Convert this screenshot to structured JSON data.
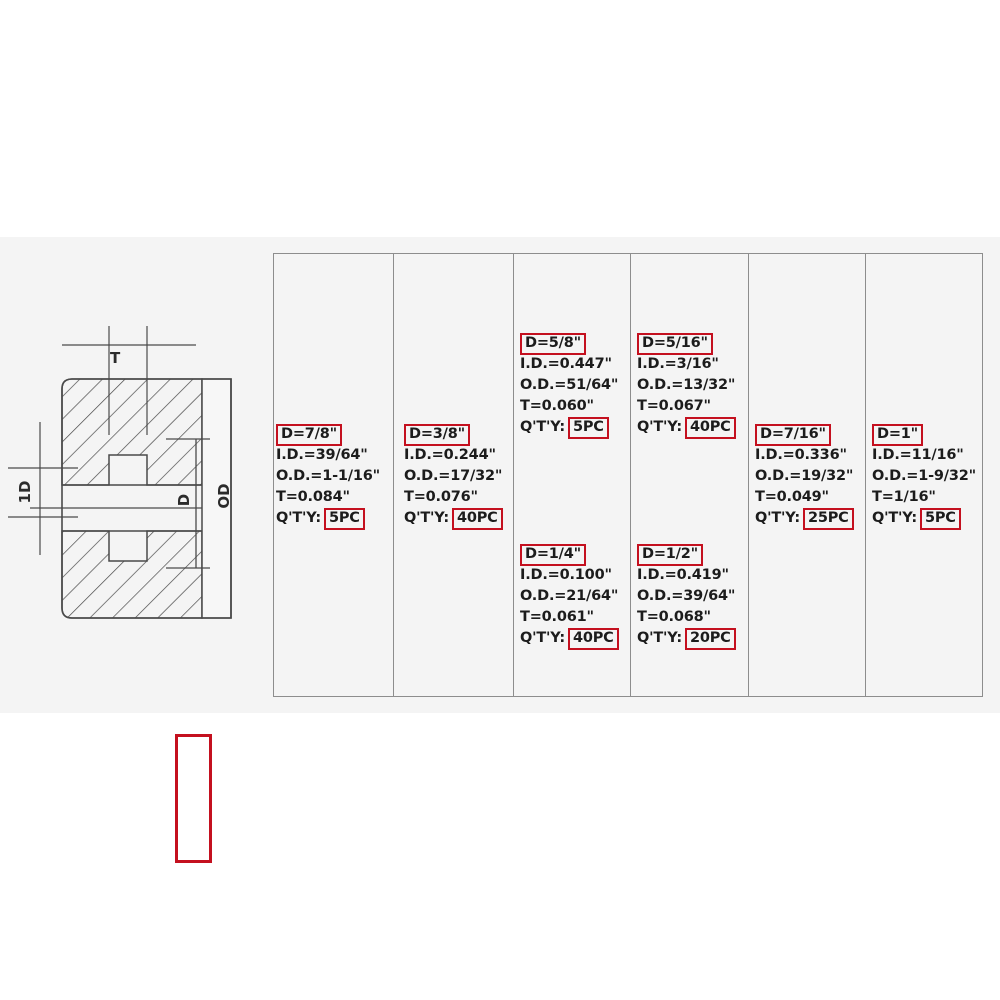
{
  "page": {
    "background_color": "#ffffff",
    "band_color": "#f4f4f4",
    "accent_red": "#c4101f",
    "line_color": "#8d8d8d"
  },
  "drawing": {
    "name": "shaft-collar-cross-section",
    "labels": {
      "thickness": "T",
      "inner_diameter": "1D",
      "bore_diameter": "D",
      "outer_diameter": "OD"
    }
  },
  "table": {
    "columns": 6,
    "cells": [
      {
        "position": "col1-middle",
        "d": "D=7/8\"",
        "id": "I.D.=39/64\"",
        "od": "O.D.=1-1/16\"",
        "t": "T=0.084\"",
        "qty_label": "Q'T'Y:",
        "qty_value": "5PC"
      },
      {
        "position": "col2-middle",
        "d": "D=3/8\"",
        "id": "I.D.=0.244\"",
        "od": "O.D.=17/32\"",
        "t": "T=0.076\"",
        "qty_label": "Q'T'Y:",
        "qty_value": "40PC"
      },
      {
        "position": "col3-upper",
        "d": "D=5/8\"",
        "id": "I.D.=0.447\"",
        "od": "O.D.=51/64\"",
        "t": "T=0.060\"",
        "qty_label": "Q'T'Y:",
        "qty_value": "5PC"
      },
      {
        "position": "col4-upper",
        "d": "D=5/16\"",
        "id": "I.D.=3/16\"",
        "od": "O.D.=13/32\"",
        "t": "T=0.067\"",
        "qty_label": "Q'T'Y:",
        "qty_value": "40PC"
      },
      {
        "position": "col3-lower",
        "d": "D=1/4\"",
        "id": "I.D.=0.100\"",
        "od": "O.D.=21/64\"",
        "t": "T=0.061\"",
        "qty_label": "Q'T'Y:",
        "qty_value": "40PC"
      },
      {
        "position": "col4-lower",
        "d": "D=1/2\"",
        "id": "I.D.=0.419\"",
        "od": "O.D.=39/64\"",
        "t": "T=0.068\"",
        "qty_label": "Q'T'Y:",
        "qty_value": "20PC"
      },
      {
        "position": "col5-middle",
        "d": "D=7/16\"",
        "id": "I.D.=0.336\"",
        "od": "O.D.=19/32\"",
        "t": "T=0.049\"",
        "qty_label": "Q'T'Y:",
        "qty_value": "25PC"
      },
      {
        "position": "col6-middle",
        "d": "D=1\"",
        "id": "I.D.=11/16\"",
        "od": "O.D.=1-9/32\"",
        "t": "T=1/16\"",
        "qty_label": "Q'T'Y:",
        "qty_value": "5PC"
      }
    ]
  }
}
